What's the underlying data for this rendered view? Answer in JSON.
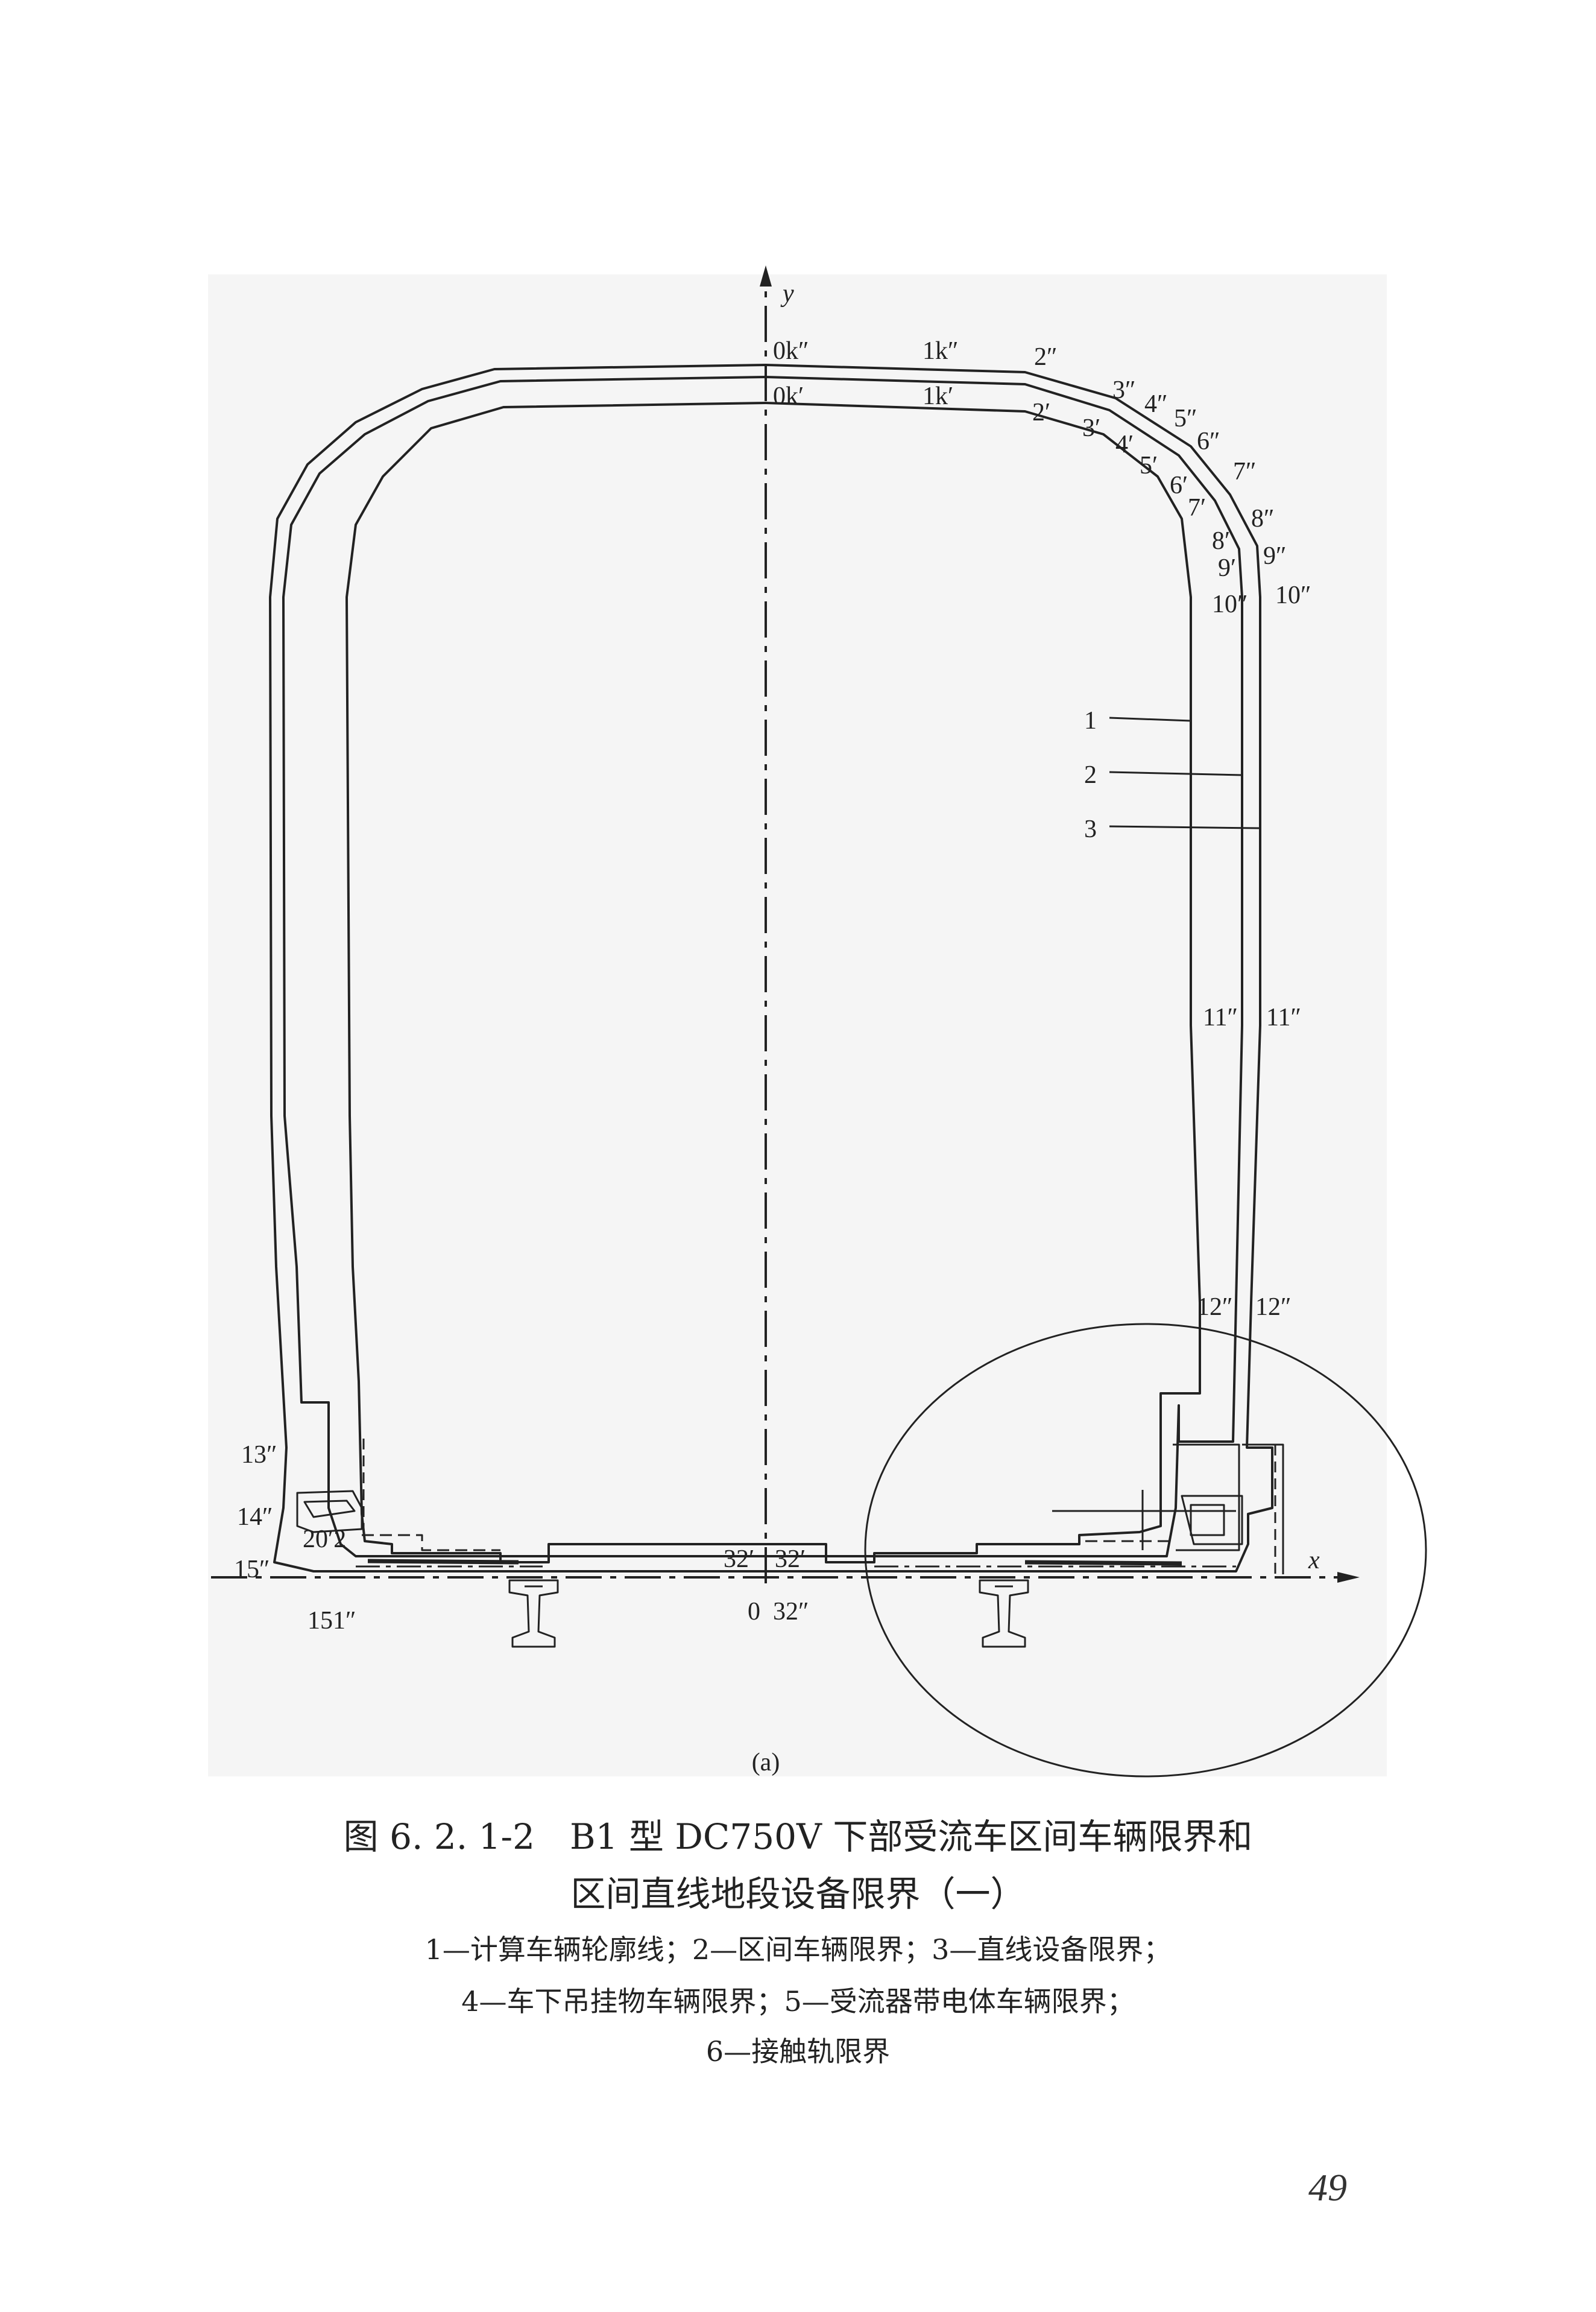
{
  "figure": {
    "axis_labels": {
      "y": "y",
      "x": "x"
    },
    "point_labels": {
      "p0k_outer": "0k″",
      "p0k_inner": "0k′",
      "p1k_outer": "1k″",
      "p1k_inner": "1k′",
      "p2_outer": "2″",
      "p2_inner": "2′",
      "p3_outer": "3″",
      "p3_inner": "3′",
      "p4_outer": "4″",
      "p4_inner": "4′",
      "p5_outer": "5″",
      "p5_inner": "5′",
      "p6_outer": "6″",
      "p6_inner": "6′",
      "p7_outer": "7″",
      "p7_inner": "7′",
      "p8_outer": "8″",
      "p8_inner": "8′",
      "p9_outer": "9″",
      "p9_inner": "9′",
      "p10_outer": "10″",
      "p10_inner": "10″",
      "p11_outer": "11″",
      "p11_inner": "11″",
      "p12_outer": "12″",
      "p12_inner": "12″",
      "p13": "13″",
      "p14": "14″",
      "p15": "15″",
      "p15_1": "151″",
      "p20_2": "20′2",
      "p32_inner": "32′",
      "p32_inner_b": "32′",
      "p32_outer": "32″",
      "origin": "0"
    },
    "callouts": [
      "1",
      "2",
      "3"
    ],
    "subfigure_label": "(a)"
  },
  "caption": {
    "title_line1": "图 6. 2. 1-2　B1 型 DC750V 下部受流车区间车辆限界和",
    "title_line2": "区间直线地段设备限界（一）",
    "legend_line1": "1—计算车辆轮廓线；2—区间车辆限界；3—直线设备限界；",
    "legend_line2": "4—车下吊挂物车辆限界；5—受流器带电体车辆限界；",
    "legend_line3": "6—接触轨限界"
  },
  "page_number": "49"
}
